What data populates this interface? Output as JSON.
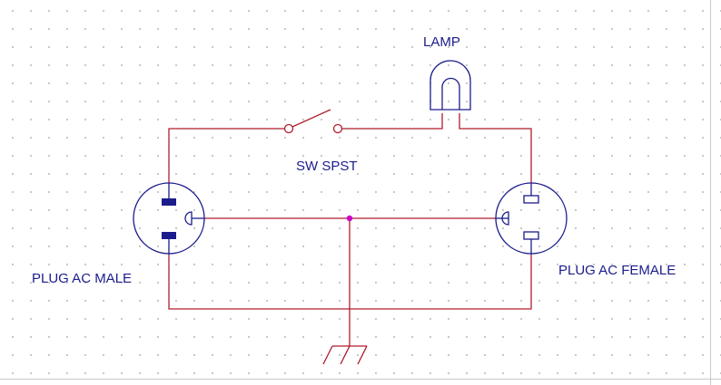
{
  "components": {
    "lamp": {
      "label": "LAMP"
    },
    "switch": {
      "label": "SW SPST"
    },
    "plug_male": {
      "label": "PLUG AC MALE"
    },
    "plug_female": {
      "label": "PLUG AC FEMALE"
    }
  },
  "colors": {
    "wire": "#b01c2c",
    "component": "#1c1c8c",
    "junction": "#cc00cc",
    "grid_dot": "#b8b8b8",
    "background": "#ffffff"
  }
}
